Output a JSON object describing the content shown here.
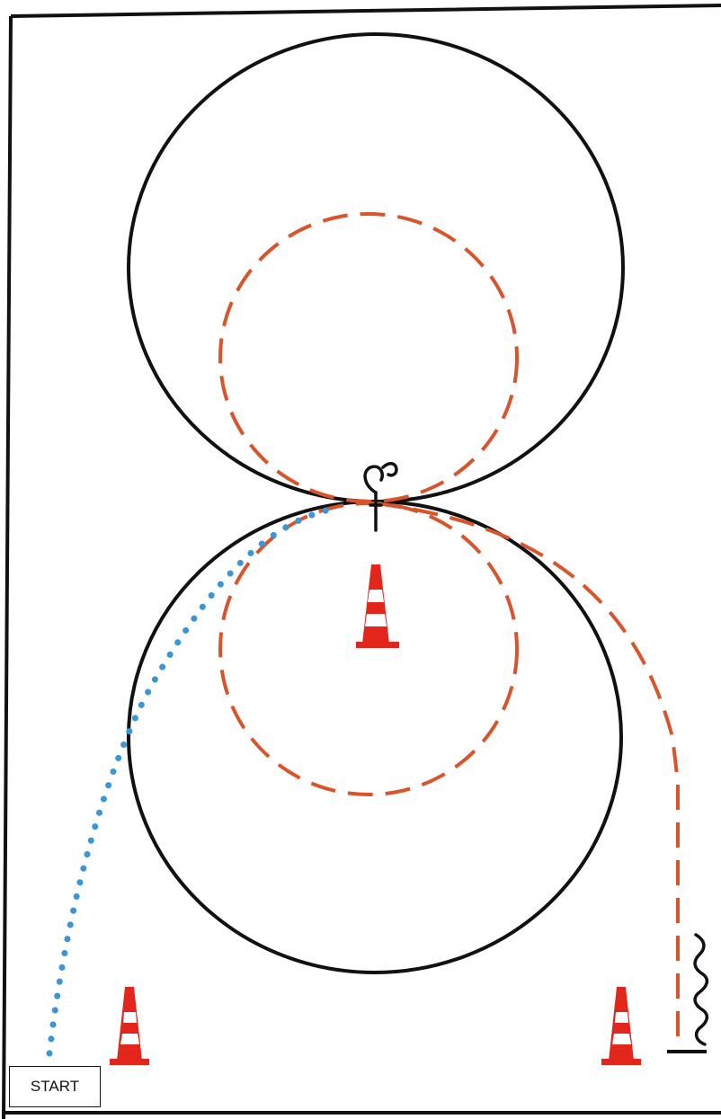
{
  "diagram": {
    "start_label": "START",
    "colors": {
      "arena_border": "#111111",
      "large_circle": "#111111",
      "horse_track": "#d9532b",
      "approach_path": "#3a96d6",
      "cone_red": "#e3261b",
      "cone_white": "#ffffff"
    },
    "elements": {
      "large_circles": 2,
      "small_dashed_circles": 2,
      "cones": 3,
      "approach_path_style": "dotted",
      "track_path_style": "dashed",
      "markers": [
        "rider-icon",
        "finish-line",
        "squiggle-mark"
      ]
    }
  }
}
